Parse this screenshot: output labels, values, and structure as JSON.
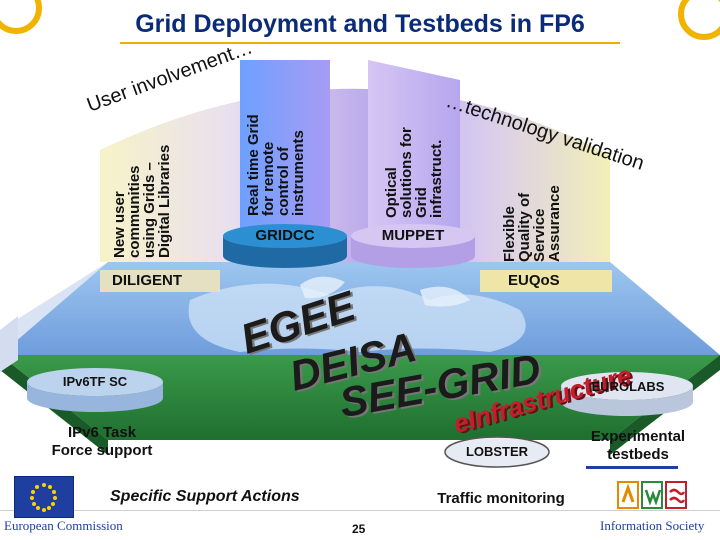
{
  "title": "Grid Deployment and Testbeds in FP6",
  "arc_left": "User involvement…",
  "arc_right": "…technology validation",
  "columns": {
    "col1": "New user\ncommunities\nusing Grids –\nDigital Libraries",
    "col2": "Real time Grid\nfor remote\ncontrol of\ninstruments",
    "col3": "Optical\nsolutions for\nGrid\ninfrastruct.",
    "col4": "Flexible\nQuality of\nService\nAssurance"
  },
  "projects": {
    "gridcc": "GRIDCC",
    "muppet": "MUPPET",
    "diligent": "DILIGENT",
    "euqos": "EUQoS"
  },
  "center_labels": {
    "egee": "EGEE",
    "deisa": "DEISA",
    "seegrid": "SEE-GRID",
    "einfra": "eInfrastructure"
  },
  "ipv6tf": "IPv6TF SC",
  "eurolabs": "EUROLABS",
  "lobster": "LOBSTER",
  "captions": {
    "ipv6_task": "IPv6 Task\nForce support",
    "experimental": "Experimental\ntestbeds",
    "specific_support": "Specific Support Actions",
    "traffic": "Traffic monitoring"
  },
  "footer": {
    "ec": "European Commission",
    "page": "25",
    "infosoc": "Information Society"
  },
  "colors": {
    "title": "#0b2a78",
    "accent": "#e8b000",
    "front_face": "#2a8a3c",
    "red_text": "#c21f2c"
  }
}
